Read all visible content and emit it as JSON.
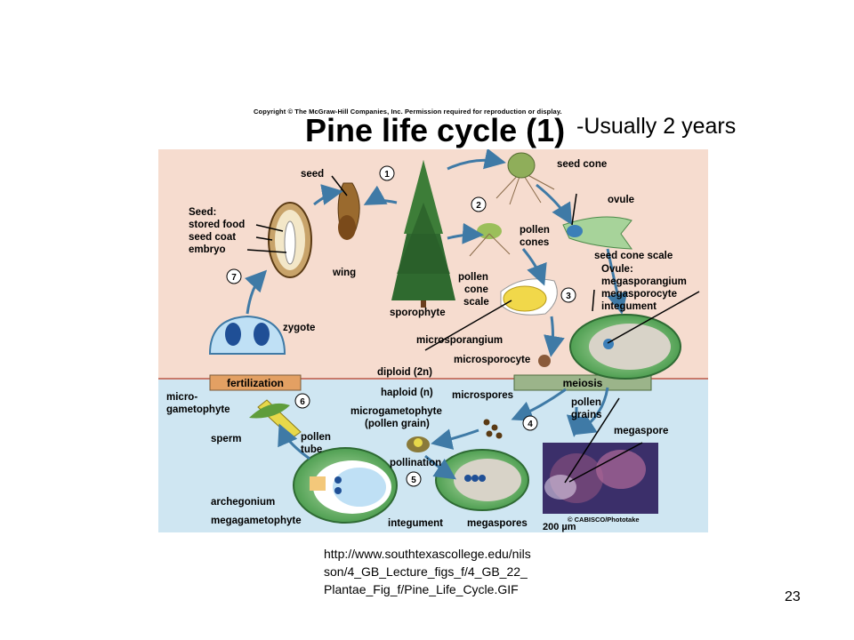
{
  "slide": {
    "copyright": "Copyright © The McGraw-Hill Companies, Inc. Permission required for reproduction or display.",
    "title": "Pine life cycle (1)",
    "note": "-Usually 2 years",
    "url_lines": [
      "http://www.southtexascollege.edu/nils",
      "son/4_GB_Lecture_figs_f/4_GB_22_",
      "Plantae_Fig_f/Pine_Life_Cycle.GIF"
    ],
    "page_number": "23"
  },
  "figure": {
    "labels": {
      "seed": "seed",
      "seed_cone": "seed cone",
      "ovule": "ovule",
      "seed_heading": "Seed:",
      "stored_food": "stored food",
      "seed_coat": "seed coat",
      "embryo": "embryo",
      "wing": "wing",
      "pollen_cones_1": "pollen",
      "pollen_cones_2": "cones",
      "seed_cone_scale": "seed cone scale",
      "ovule_heading": "Ovule:",
      "megasporangium": "megasporangium",
      "megasporocyte": "megasporocyte",
      "integument_top": "integument",
      "pollen_cone_scale_1": "pollen",
      "pollen_cone_scale_2": "cone",
      "pollen_cone_scale_3": "scale",
      "sporophyte": "sporophyte",
      "zygote": "zygote",
      "microsporangium": "microsporangium",
      "microsporocyte": "microsporocyte",
      "diploid": "diploid (2n)",
      "fertilization": "fertilization",
      "meiosis": "meiosis",
      "haploid": "haploid (n)",
      "microspores": "microspores",
      "micro_gametophyte_1": "micro-",
      "micro_gametophyte_2": "gametophyte",
      "microgametophyte_1": "microgametophyte",
      "microgametophyte_2": "(pollen grain)",
      "pollen_grains_1": "pollen",
      "pollen_grains_2": "grains",
      "megaspore": "megaspore",
      "sperm": "sperm",
      "pollen_tube_1": "pollen",
      "pollen_tube_2": "tube",
      "pollination": "pollination",
      "archegonium": "archegonium",
      "megagametophyte": "megagametophyte",
      "integument_bottom": "integument",
      "megaspores": "megaspores",
      "photo_credit": "© CABISCO/Phototake",
      "scale_bar": "200 µm"
    },
    "steps": [
      "1",
      "2",
      "3",
      "4",
      "5",
      "6",
      "7"
    ],
    "colors": {
      "diploid_bg": "#f6dccf",
      "haploid_bg": "#cfe6f2",
      "fertilization_bar": "#e3a063",
      "meiosis_bar": "#9bb48a",
      "arrow": "#3f7aa6"
    }
  }
}
